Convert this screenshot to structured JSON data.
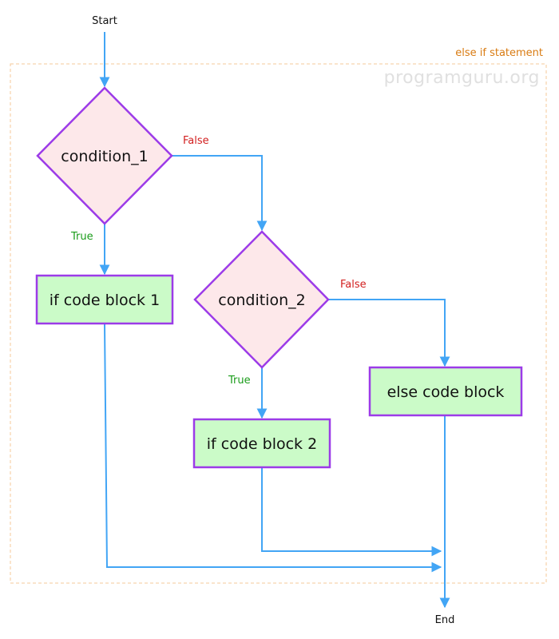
{
  "terminals": {
    "start": "Start",
    "end": "End"
  },
  "region": {
    "label": "else if statement"
  },
  "watermark": "programguru.org",
  "decisions": {
    "condition_1": "condition_1",
    "condition_2": "condition_2"
  },
  "blocks": {
    "if_block_1": "if code block 1",
    "if_block_2": "if code block 2",
    "else_block": "else code block"
  },
  "edge_labels": {
    "c1_false": "False",
    "c1_true": "True",
    "c2_false": "False",
    "c2_true": "True"
  },
  "colors": {
    "arrow": "#42a5f5",
    "node_border": "#9c3be8",
    "decision_fill": "#fde8ea",
    "block_fill": "#cbfbc8",
    "true_label": "#1a9c1a",
    "false_label": "#d21f1f",
    "region_border": "#f5c89a",
    "region_label": "#d97b12"
  }
}
